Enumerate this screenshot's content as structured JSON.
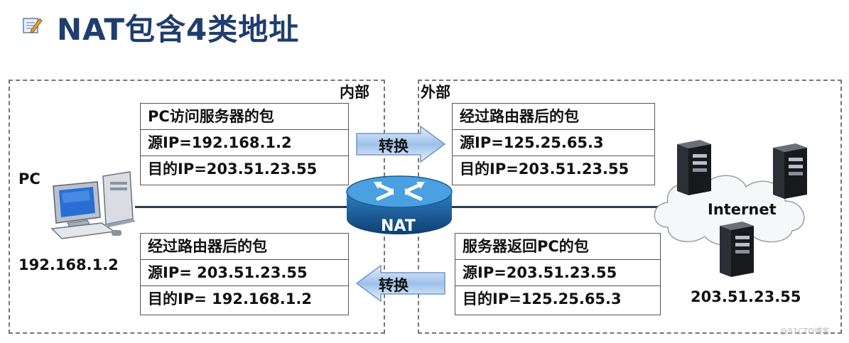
{
  "title": "NAT包含4类地址",
  "zones": {
    "inside_label": "内部",
    "outside_label": "外部"
  },
  "pc": {
    "label": "PC",
    "ip": "192.168.1.2"
  },
  "router": {
    "label": "NAT"
  },
  "internet": {
    "label": "Internet",
    "ip": "203.51.23.55"
  },
  "packets": {
    "inside_outbound": [
      "PC访问服务器的包",
      "源IP=192.168.1.2",
      "目的IP=203.51.23.55"
    ],
    "outside_outbound": [
      "经过路由器后的包",
      "源IP=125.25.65.3",
      "目的IP=203.51.23.55"
    ],
    "inside_return": [
      "经过路由器后的包",
      "源IP= 203.51.23.55",
      "目的IP= 192.168.1.2"
    ],
    "outside_return": [
      "服务器返回PC的包",
      "源IP=203.51.23.55",
      "目的IP=125.25.65.3"
    ]
  },
  "arrows": {
    "forward_label": "转换",
    "backward_label": "转换"
  },
  "watermark": "@51CTO博客"
}
